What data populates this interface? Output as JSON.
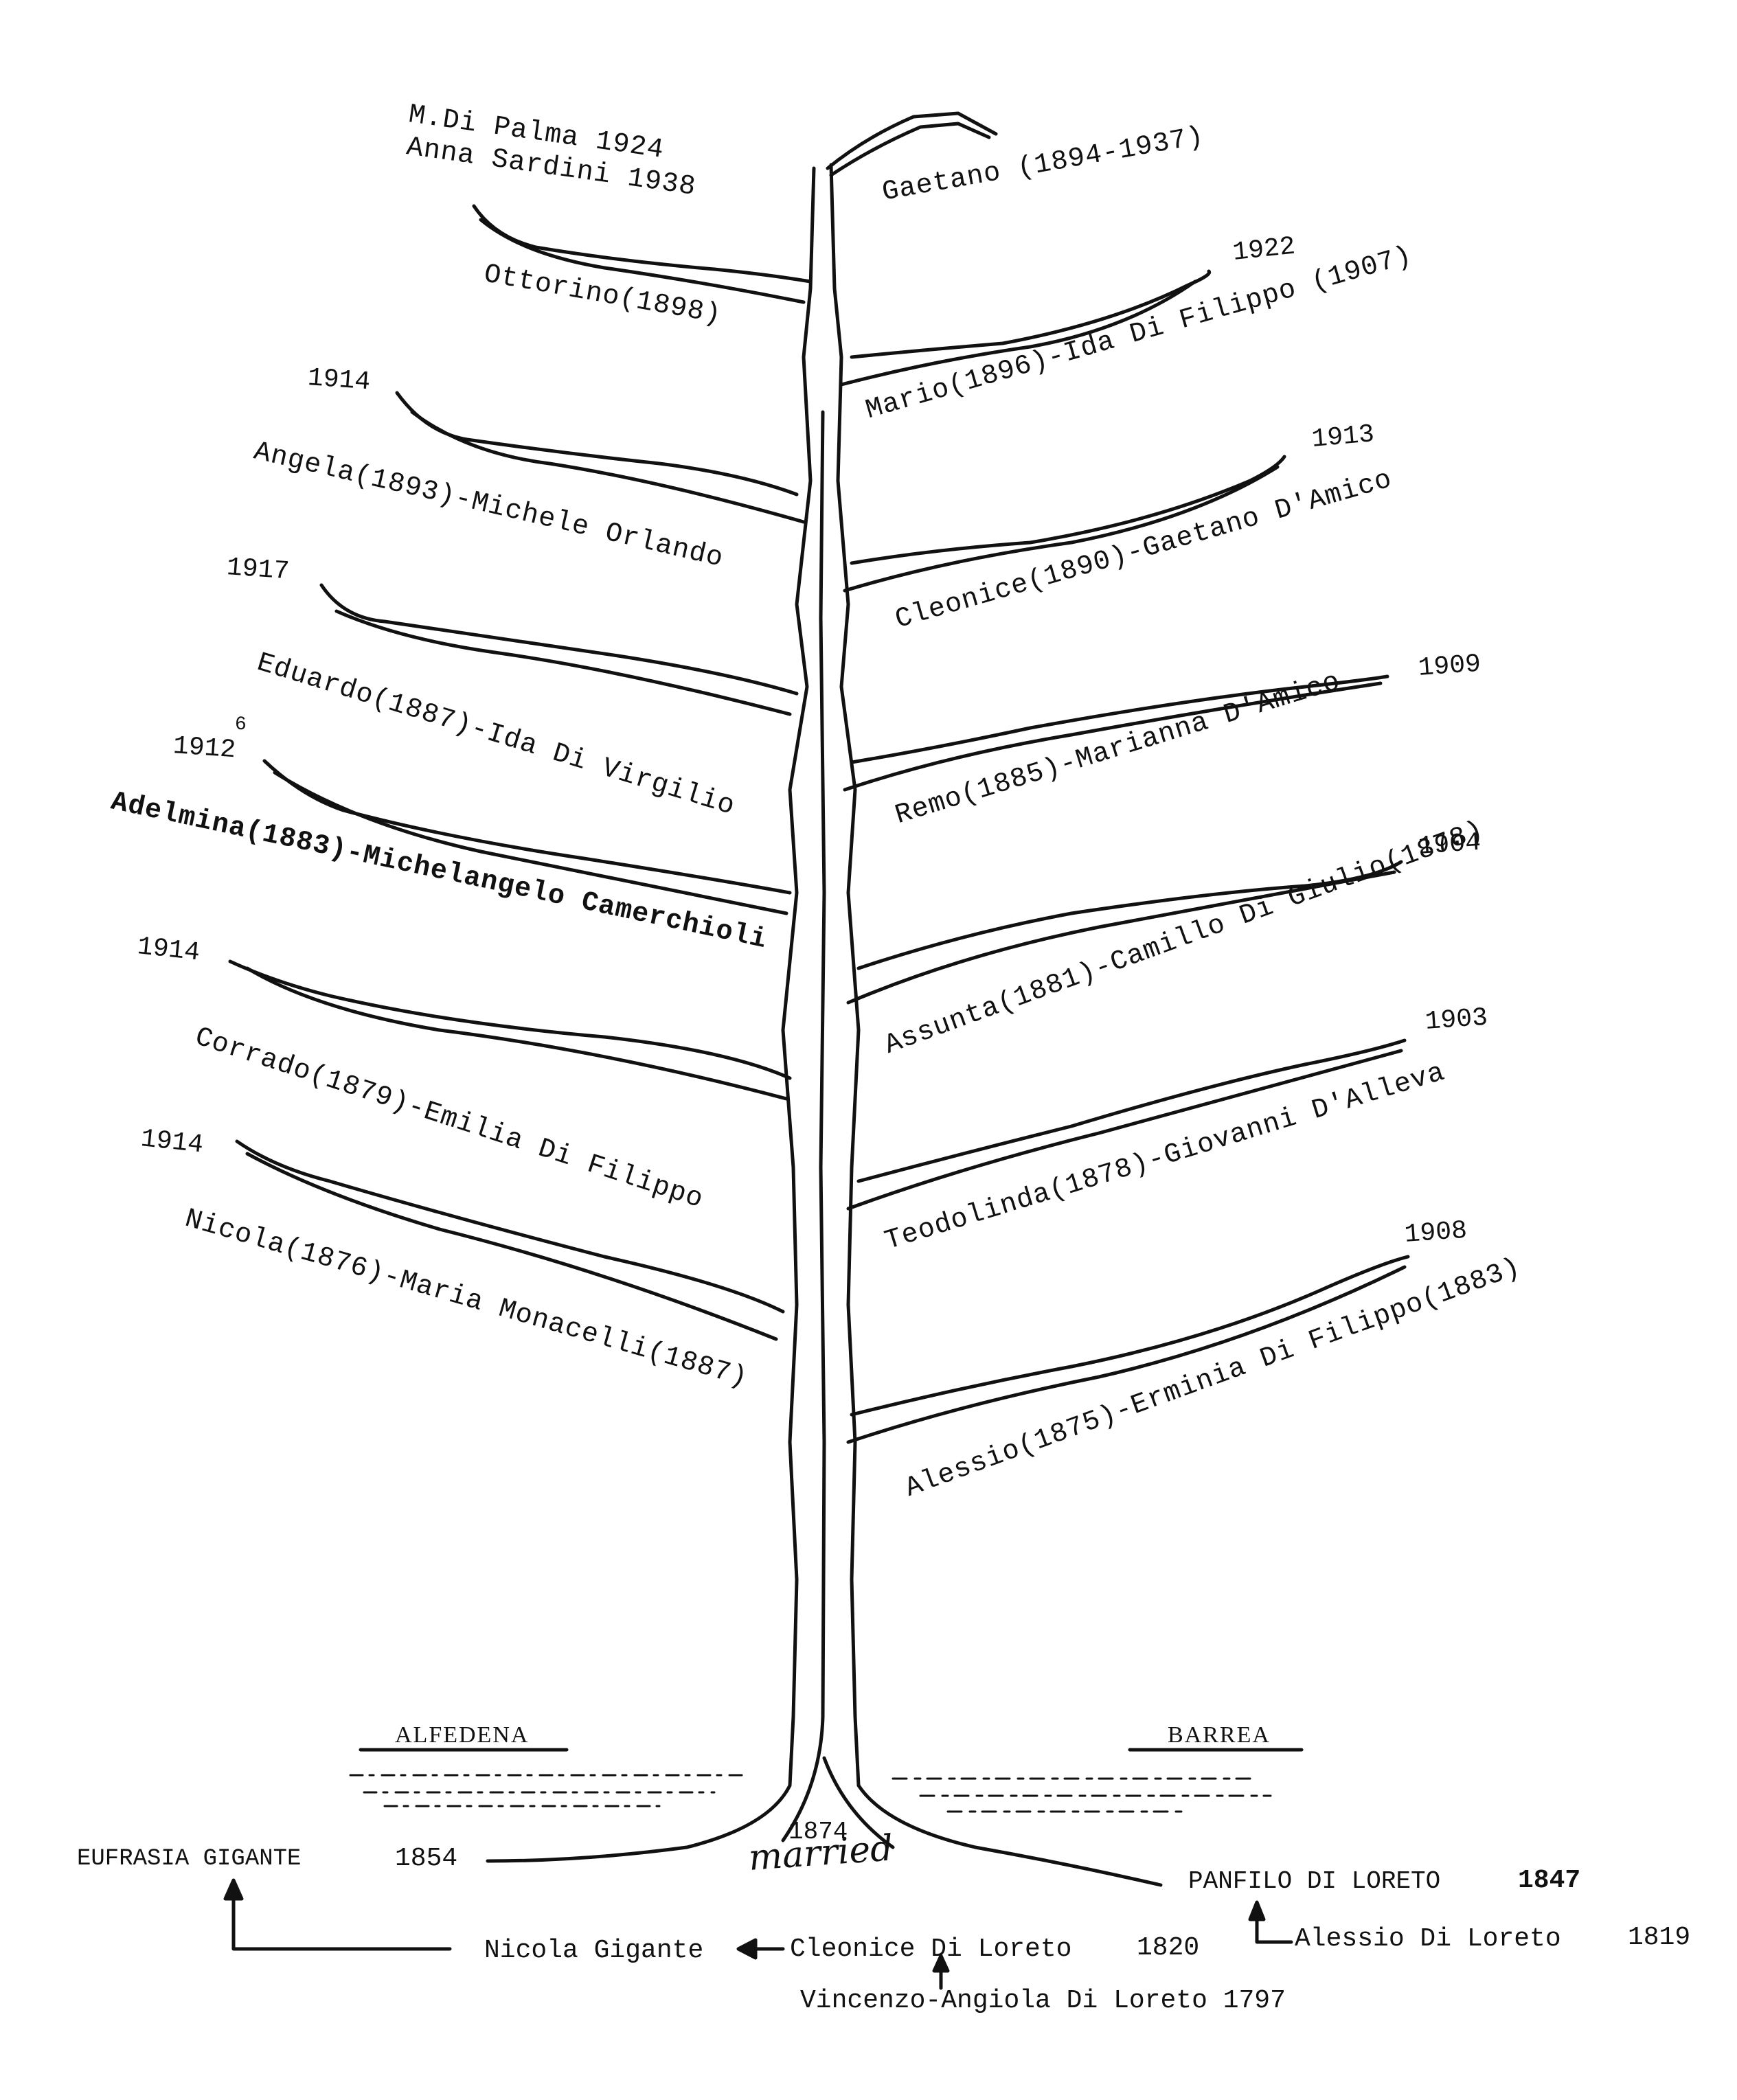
{
  "tree": {
    "top": {
      "note_line1": "M.Di Palma 1924",
      "note_line2": "Anna Sardini 1938",
      "gaetano": "Gaetano (1894-1937)",
      "ottorino": "Ottorino(1898)"
    },
    "branches": [
      {
        "side": "right",
        "year": "1922",
        "label": "Mario(1896)-Ida Di Filippo (1907)"
      },
      {
        "side": "left",
        "year": "1914",
        "label": "Angela(1893)-Michele Orlando"
      },
      {
        "side": "right",
        "year": "1913",
        "label": "Cleonice(1890)-Gaetano D'Amico"
      },
      {
        "side": "left",
        "year": "1917",
        "label": "Eduardo(1887)-Ida Di Virgilio"
      },
      {
        "side": "right",
        "year": "1909",
        "label": "Remo(1885)-Marianna D'Amico"
      },
      {
        "side": "left",
        "year": "1912",
        "year_correction": "6",
        "label": "Adelmina(1883)-Michelangelo Camerchioli"
      },
      {
        "side": "right",
        "year": "1904",
        "label": "Assunta(1881)-Camillo Di Giulio(1878)"
      },
      {
        "side": "left",
        "year": "1914",
        "label": "Corrado(1879)-Emilia Di Filippo"
      },
      {
        "side": "right",
        "year": "1903",
        "label": "Teodolinda(1878)-Giovanni D'Alleva"
      },
      {
        "side": "left",
        "year": "1914",
        "label": "Nicola(1876)-Maria Monacelli(1887)"
      },
      {
        "side": "right",
        "year": "1908",
        "label": "Alessio(1875)-Erminia Di Filippo(1883)"
      }
    ],
    "places": {
      "left": "ALFEDENA",
      "right": "BARREA"
    },
    "married_year": "1874",
    "married_word": "married"
  },
  "ancestors": {
    "eufrasia": "EUFRASIA GIGANTE",
    "eufrasia_year": "1854",
    "panfilo": "PANFILO DI LORETO",
    "panfilo_year": "1847",
    "nicola": "Nicola Gigante",
    "cleonice": "Cleonice Di Loreto",
    "cleonice_year": "1820",
    "alessio": "Alessio Di Loreto",
    "alessio_year": "1819",
    "vincenzo": "Vincenzo-Angiola Di Loreto 1797"
  },
  "colors": {
    "ink": "#111111",
    "paper": "#ffffff"
  }
}
